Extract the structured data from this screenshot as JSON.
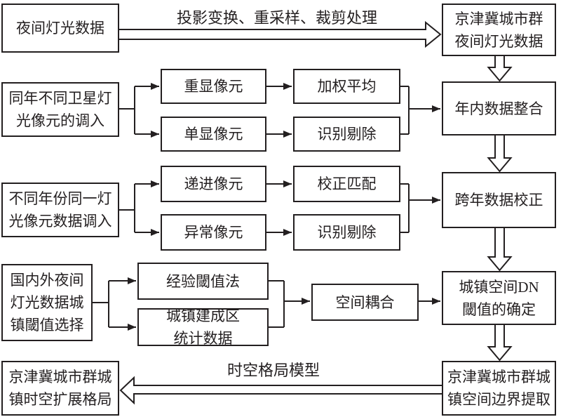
{
  "nodes": {
    "night_light_data": "夜间灯光数据",
    "bth_night_light_data": "京津冀城市群\n夜间灯光数据",
    "same_year_pixels_input": "同年不同卫星灯\n光像元的调入",
    "repeated_pixels": "重显像元",
    "single_pixels": "单显像元",
    "weighted_average": "加权平均",
    "identify_remove_1": "识别剔除",
    "intra_year_integration": "年内数据整合",
    "cross_year_pixels_input": "不同年份同一灯\n光像元数据调入",
    "progressive_pixels": "递进像元",
    "abnormal_pixels": "异常像元",
    "correction_matching": "校正匹配",
    "identify_remove_2": "识别剔除",
    "cross_year_correction": "跨年数据校正",
    "threshold_selection": "国内外夜间\n灯光数据城\n镇閾值选择",
    "empirical_threshold": "经验閾值法",
    "built_up_statistics": "城镇建成区\n统计数据",
    "spatial_coupling": "空间耦合",
    "dn_threshold": "城镇空间DN\n閾值的确定",
    "boundary_extraction": "京津冀城市群城\n镇空间边界提取",
    "expansion_pattern": "京津冀城市群城\n镇时空扩展格局"
  },
  "edge_labels": {
    "preprocessing": "投影变换、重采样、裁剪处理",
    "model": "时空格局模型"
  },
  "colors": {
    "line": "#231f20",
    "background": "#ffffff",
    "box_fill": "#ffffff"
  }
}
